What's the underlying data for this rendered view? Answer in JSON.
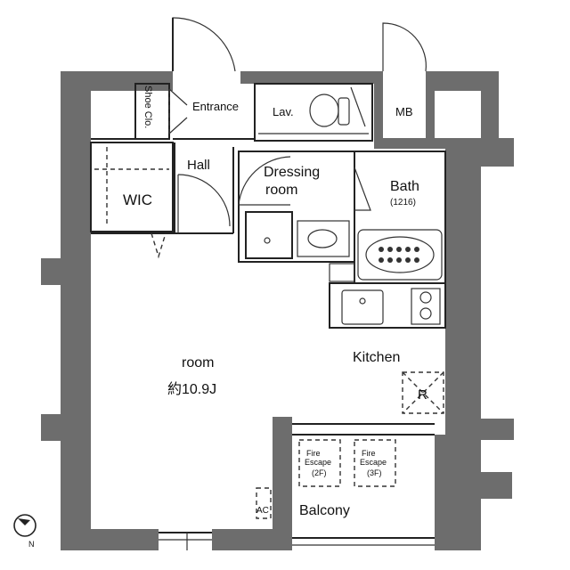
{
  "rooms": {
    "shoe_closet": "Shoe Clo.",
    "entrance": "Entrance",
    "lavatory": "Lav.",
    "meter_box": "MB",
    "hall": "Hall",
    "dressing_room_line1": "Dressing",
    "dressing_room_line2": "room",
    "bath": "Bath",
    "bath_size": "(1216)",
    "wic": "WIC",
    "room": "room",
    "room_area": "約10.9J",
    "kitchen": "Kitchen",
    "refrigerator": "R",
    "fire_escape_2f": [
      "Fire",
      "Escape",
      "(2F)"
    ],
    "fire_escape_3f": [
      "Fire",
      "Escape",
      "(3F)"
    ],
    "ac": "AC",
    "balcony": "Balcony",
    "compass": "N"
  }
}
